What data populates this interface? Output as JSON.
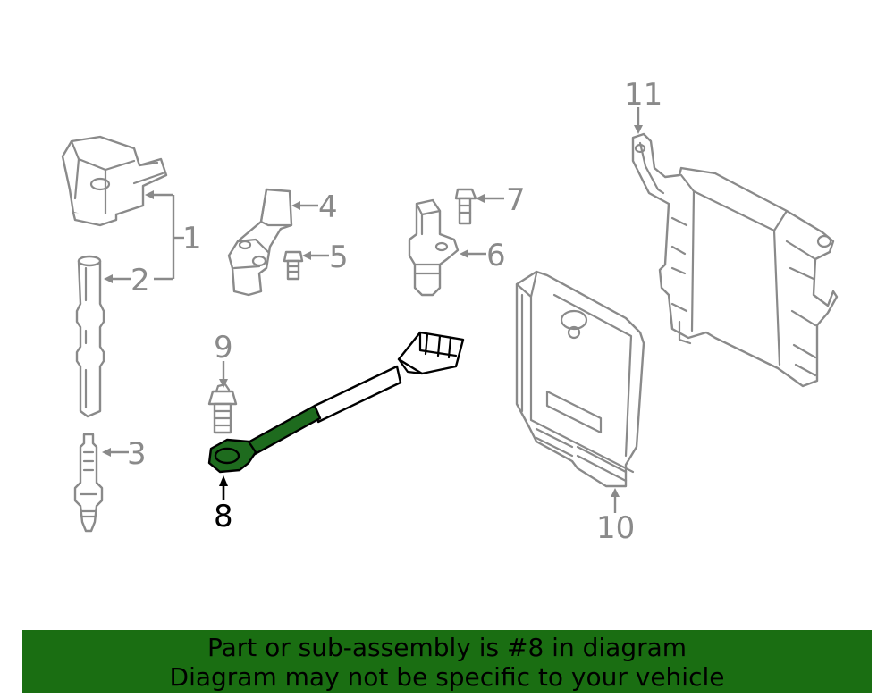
{
  "callouts": {
    "c1": "1",
    "c2": "2",
    "c3": "3",
    "c4": "4",
    "c5": "5",
    "c6": "6",
    "c7": "7",
    "c8": "8",
    "c9": "9",
    "c10": "10",
    "c11": "11"
  },
  "highlighted_part": "8",
  "colors": {
    "highlight_fill": "#1e6b1e",
    "banner_background": "#1a6e12",
    "line_gray": "#8a8a8a"
  },
  "banner": {
    "line1": "Part or sub-assembly is #8 in diagram",
    "line2": "Diagram may not be specific to your vehicle"
  }
}
